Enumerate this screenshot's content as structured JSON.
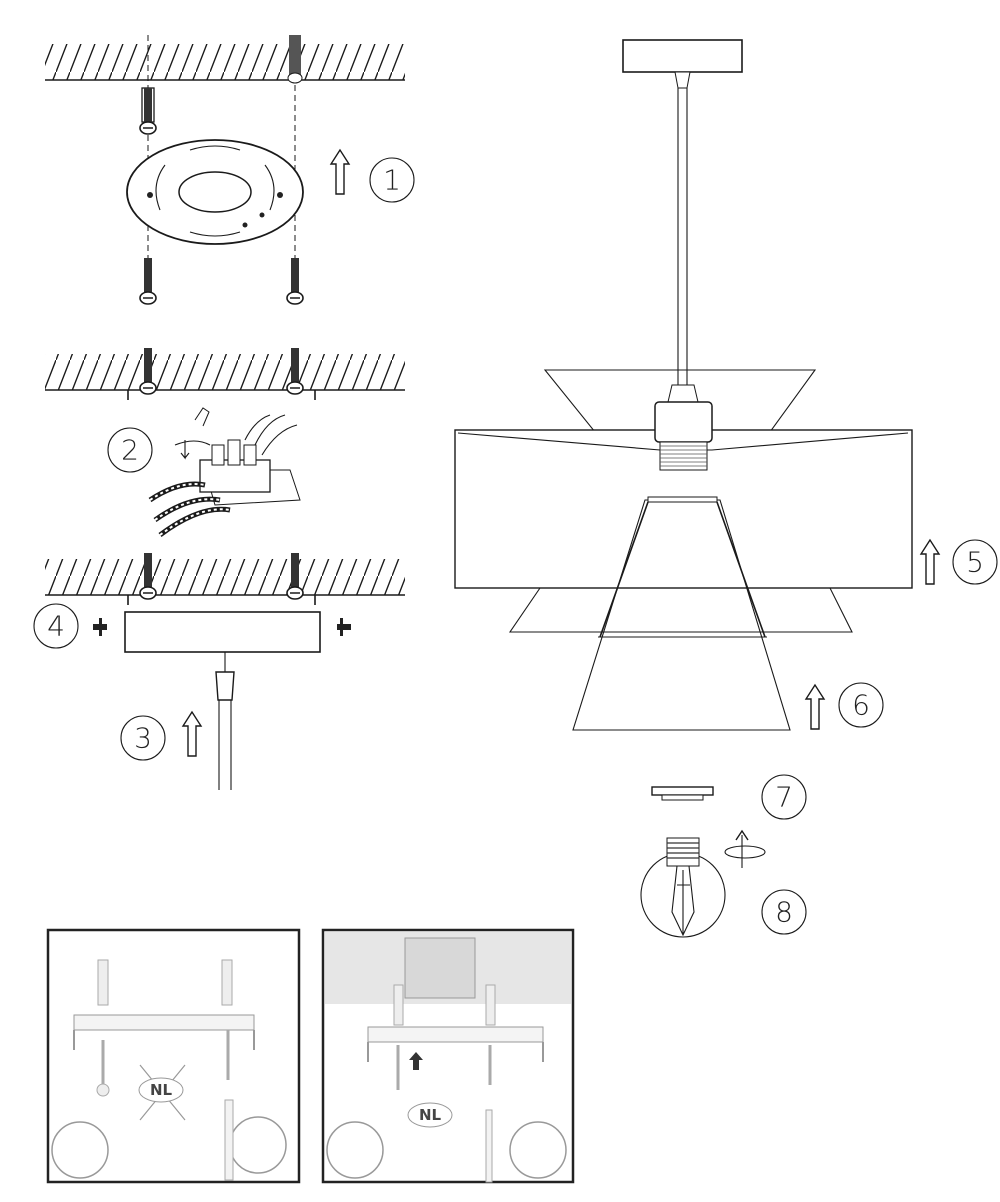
{
  "steps": {
    "s1": "1",
    "s2": "2",
    "s3": "3",
    "s4": "4",
    "s5": "5",
    "s6": "6",
    "s7": "7",
    "s8": "8"
  },
  "panels": {
    "left_label": "NL",
    "right_label": "NL"
  }
}
